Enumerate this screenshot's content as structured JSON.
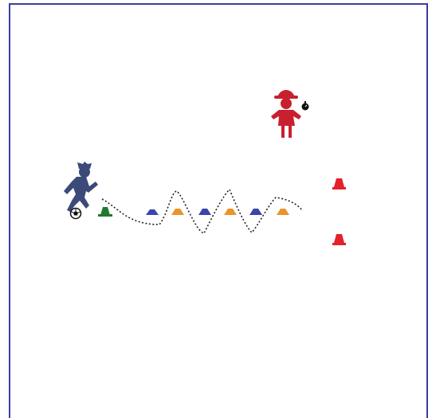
{
  "field": {
    "border_color": "#3b3fa0",
    "background": "#ffffff"
  },
  "players": [
    {
      "name": "dribbling-player",
      "icon": "soccer-player-icon",
      "color": "#3c4a7a"
    },
    {
      "name": "coach",
      "icon": "coach-with-stopwatch-icon",
      "color": "#c8202f"
    }
  ],
  "equipment": {
    "ball": {
      "icon": "soccer-ball-icon"
    },
    "start_cone": {
      "icon": "cone-icon",
      "color": "#1f7a2f"
    },
    "slalom_cones": [
      {
        "icon": "cone-icon",
        "color": "#3b44a8"
      },
      {
        "icon": "cone-icon",
        "color": "#e8952a"
      },
      {
        "icon": "cone-icon",
        "color": "#3b44a8"
      },
      {
        "icon": "cone-icon",
        "color": "#e8952a"
      },
      {
        "icon": "cone-icon",
        "color": "#3b44a8"
      },
      {
        "icon": "cone-icon",
        "color": "#e8952a"
      }
    ],
    "gate_cones": [
      {
        "icon": "cone-icon",
        "color": "#e5212b"
      },
      {
        "icon": "cone-icon",
        "color": "#e5212b"
      }
    ]
  },
  "dribble_path": {
    "style": "dotted",
    "color": "#222222"
  }
}
